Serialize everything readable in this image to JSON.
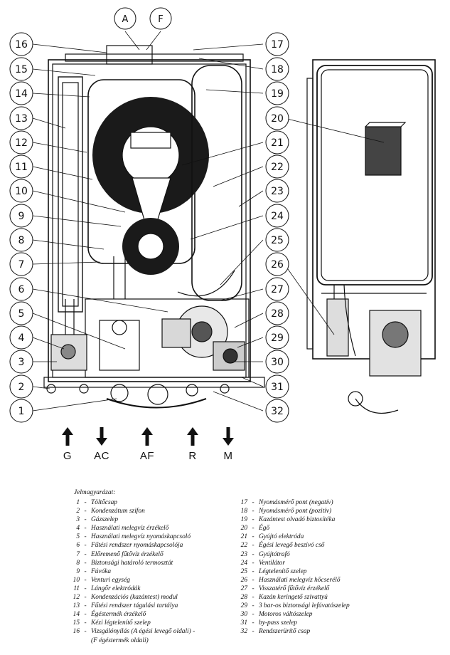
{
  "diagram": {
    "letter_callouts": [
      "A",
      "F"
    ],
    "callouts": [
      "1",
      "2",
      "3",
      "4",
      "5",
      "6",
      "7",
      "8",
      "9",
      "10",
      "11",
      "12",
      "13",
      "14",
      "15",
      "16",
      "17",
      "18",
      "19",
      "20",
      "21",
      "22",
      "23",
      "24",
      "25",
      "26",
      "27",
      "28",
      "29",
      "30",
      "31",
      "32"
    ]
  },
  "connections": [
    {
      "label": "G",
      "direction": "up"
    },
    {
      "label": "AC",
      "direction": "down"
    },
    {
      "label": "AF",
      "direction": "up"
    },
    {
      "label": "R",
      "direction": "up"
    },
    {
      "label": "M",
      "direction": "down"
    }
  ],
  "legend": {
    "title": "Jelmagyarázat:",
    "left": [
      {
        "num": "1",
        "text": "Töltőcsap"
      },
      {
        "num": "2",
        "text": "Kondenzátum szifon"
      },
      {
        "num": "3",
        "text": "Gázszelep"
      },
      {
        "num": "4",
        "text": "Használati melegvíz érzékelő"
      },
      {
        "num": "5",
        "text": "Használati melegvíz nyomáskapcsoló"
      },
      {
        "num": "6",
        "text": "Fűtési rendszer nyomáskapcsolója"
      },
      {
        "num": "7",
        "text": "Előremenő fűtővíz érzékelő"
      },
      {
        "num": "8",
        "text": "Biztonsági határoló termosztát"
      },
      {
        "num": "9",
        "text": "Fúvóka"
      },
      {
        "num": "10",
        "text": "Venturi egység"
      },
      {
        "num": "11",
        "text": "Lángőr elektródák"
      },
      {
        "num": "12",
        "text": "Kondenzációs (kazántest) modul"
      },
      {
        "num": "13",
        "text": "Fűtési rendszer tágulási tartálya"
      },
      {
        "num": "14",
        "text": "Égéstermék érzékelő"
      },
      {
        "num": "15",
        "text": "Kézi légtelenítő szelep"
      },
      {
        "num": "16",
        "text": "Vizsgálónyílás (A égési levegő oldali) -"
      },
      {
        "num": "",
        "text": "(F égéstermék oldali)"
      }
    ],
    "right": [
      {
        "num": "17",
        "text": "Nyomásmérő pont (negatív)"
      },
      {
        "num": "18",
        "text": "Nyomásmérő pont (pozitív)"
      },
      {
        "num": "19",
        "text": "Kazántest olvadó biztosítéka"
      },
      {
        "num": "20",
        "text": "Égő"
      },
      {
        "num": "21",
        "text": "Gyújtó elektróda"
      },
      {
        "num": "22",
        "text": "Égési levegő beszívó cső"
      },
      {
        "num": "23",
        "text": "Gyújtótrafó"
      },
      {
        "num": "24",
        "text": "Ventilátor"
      },
      {
        "num": "25",
        "text": "Légtelenítő szelep"
      },
      {
        "num": "26",
        "text": "Használati melegvíz hőcserélő"
      },
      {
        "num": "27",
        "text": "Visszatérő fűtővíz érzékelő"
      },
      {
        "num": "28",
        "text": "Kazán keringető szivattyú"
      },
      {
        "num": "29",
        "text": "3 bar-os biztonsági lefúvatószelep"
      },
      {
        "num": "30",
        "text": "Motoros váltószelep"
      },
      {
        "num": "31",
        "text": "by-pass szelep"
      },
      {
        "num": "32",
        "text": "Rendszerürítő csap"
      }
    ]
  }
}
